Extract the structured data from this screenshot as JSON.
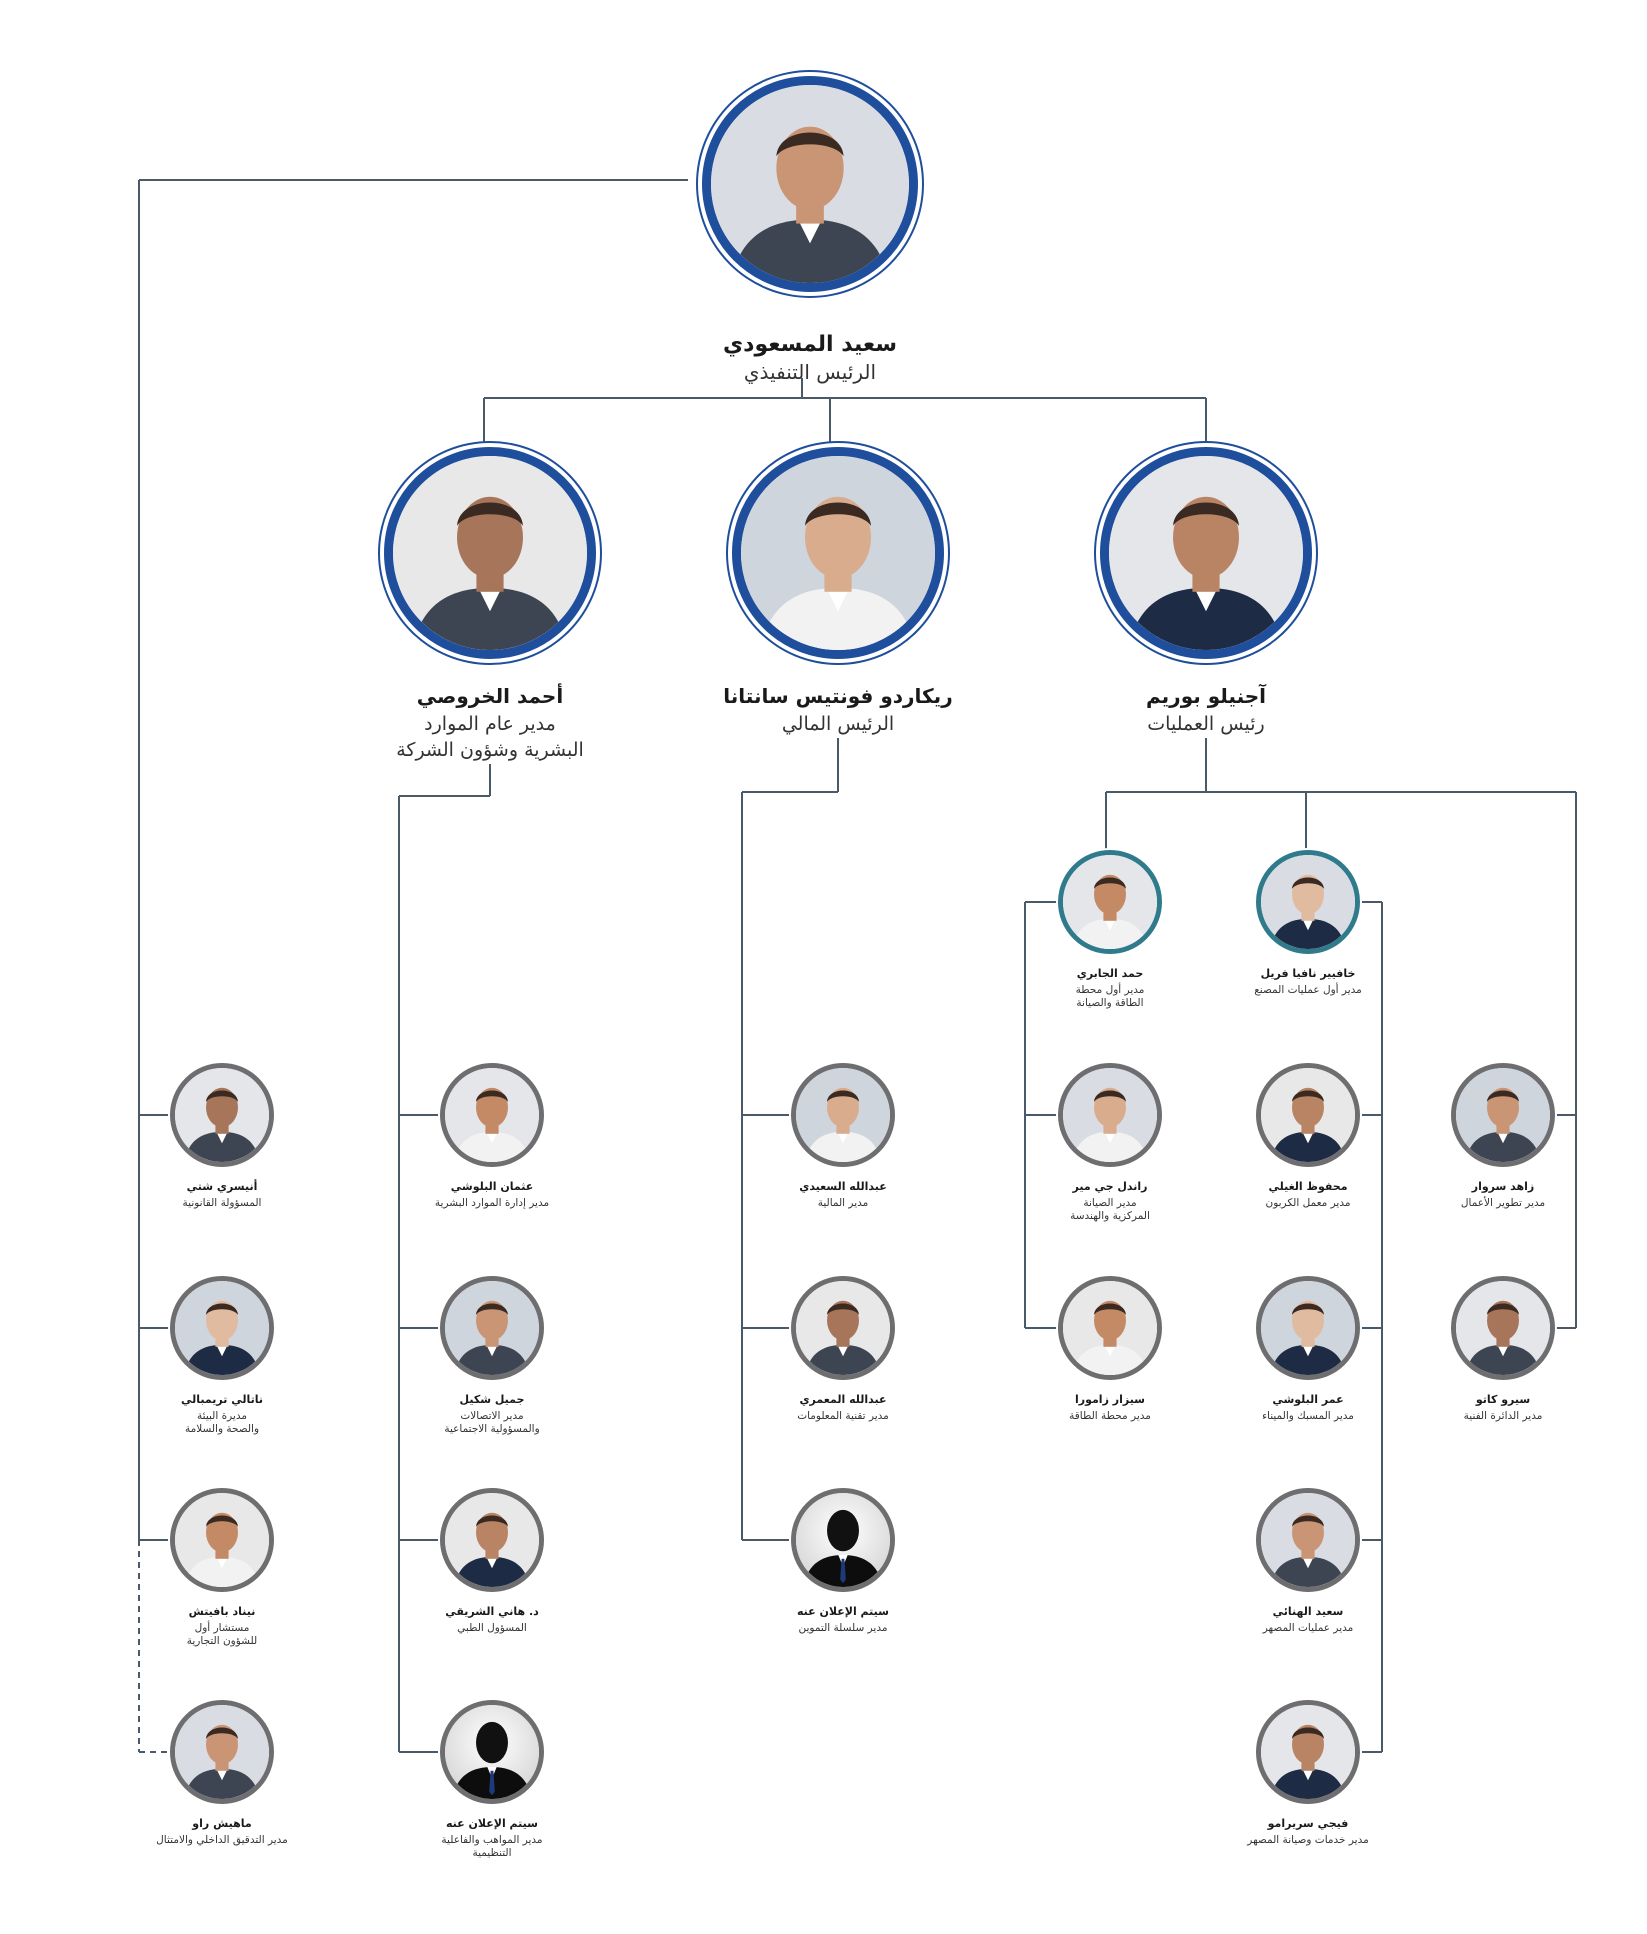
{
  "ring_colors": {
    "outer": "#1f4e9c",
    "gray": "#6e6e70",
    "teal": "#2f7b8c"
  },
  "line_color": "#4b5a68",
  "ceo": {
    "name": "سعيد المسعودي",
    "title": [
      "الرئيس التنفيذي"
    ],
    "icon": "person-photo"
  },
  "level1": [
    {
      "key": "ops",
      "name": "آجنيلو بوريم",
      "title": [
        "رئيس العمليات"
      ],
      "icon": "person-photo"
    },
    {
      "key": "cfo",
      "name": "ريكاردو فونتيس سانتانا",
      "title": [
        "الرئيس المالي"
      ],
      "icon": "person-photo"
    },
    {
      "key": "hr",
      "name": "أحمد الخروصي",
      "title": [
        "مدير عام الموارد",
        "البشرية وشؤون الشركة"
      ],
      "icon": "person-photo"
    }
  ],
  "level2": [
    {
      "key": "xavier",
      "name": "خافيير نافيا فريل",
      "title": [
        "مدير أول عمليات المصنع"
      ],
      "icon": "person-photo"
    },
    {
      "key": "hamad",
      "name": "حمد الجابري",
      "title": [
        "مدير أول محطة",
        "الطاقة والصيانة"
      ],
      "icon": "person-photo"
    },
    {
      "key": "zahid",
      "name": "زاهد سروار",
      "title": [
        "مدير تطوير الأعمال"
      ],
      "icon": "person-photo"
    },
    {
      "key": "mahfoudh",
      "name": "محفوظ الغيلي",
      "title": [
        "مدير معمل الكربون"
      ],
      "icon": "person-photo"
    },
    {
      "key": "randall",
      "name": "راندل جي مير",
      "title": [
        "مدير الصيانة",
        "المركزية والهندسة"
      ],
      "icon": "person-photo"
    },
    {
      "key": "siro",
      "name": "سيرو كاتو",
      "title": [
        "مدير الدائرة الفنية"
      ],
      "icon": "person-photo"
    },
    {
      "key": "omar",
      "name": "عمر البلوشي",
      "title": [
        "مدير المسبك والميناء"
      ],
      "icon": "person-photo"
    },
    {
      "key": "cesar",
      "name": "سيزار زامورا",
      "title": [
        "مدير محطة الطاقة"
      ],
      "icon": "person-photo"
    },
    {
      "key": "saeed",
      "name": "سعيد الهنائي",
      "title": [
        "مدير عمليات المصهر"
      ],
      "icon": "person-photo"
    },
    {
      "key": "viji",
      "name": "فيجي سريرامو",
      "title": [
        "مدير خدمات وصيانة المصهر"
      ],
      "icon": "person-photo"
    },
    {
      "key": "abdullah1",
      "name": "عبدالله السعيدي",
      "title": [
        "مدير المالية"
      ],
      "icon": "person-photo"
    },
    {
      "key": "abdullah2",
      "name": "عبدالله المعمري",
      "title": [
        "مدير تقنية المعلومات"
      ],
      "icon": "person-photo"
    },
    {
      "key": "tba1",
      "name": "سيتم الإعلان عنه",
      "title": [
        "مدير سلسلة التموين"
      ],
      "icon": "person-silhouette-icon"
    },
    {
      "key": "othman",
      "name": "عثمان البلوشي",
      "title": [
        "مدير إدارة الموارد البشرية"
      ],
      "icon": "person-photo"
    },
    {
      "key": "jamil",
      "name": "جميل شكيل",
      "title": [
        "مدير الاتصالات",
        "والمسؤولية الاجتماعية"
      ],
      "icon": "person-photo"
    },
    {
      "key": "hani",
      "name": "د. هاني الشريقي",
      "title": [
        "المسؤول الطبي"
      ],
      "icon": "person-photo"
    },
    {
      "key": "tba2",
      "name": "سيتم الإعلان عنه",
      "title": [
        "مدير المواهب والفاعلية",
        "التنظيمية"
      ],
      "icon": "person-silhouette-icon"
    },
    {
      "key": "anisri",
      "name": "أنيسري شتي",
      "title": [
        "المسؤولة القانونية"
      ],
      "icon": "person-photo"
    },
    {
      "key": "natalie",
      "name": "ناتالي تريمبالي",
      "title": [
        "مديرة البيئة",
        "والصحة والسلامة"
      ],
      "icon": "person-photo"
    },
    {
      "key": "nenad",
      "name": "نيناد بافيتش",
      "title": [
        "مستشار أول",
        "للشؤون التجارية"
      ],
      "icon": "person-photo"
    },
    {
      "key": "mahesh",
      "name": "ماهيش راو",
      "title": [
        "مدير التدقيق الداخلي والامتثال"
      ],
      "icon": "person-photo"
    }
  ]
}
